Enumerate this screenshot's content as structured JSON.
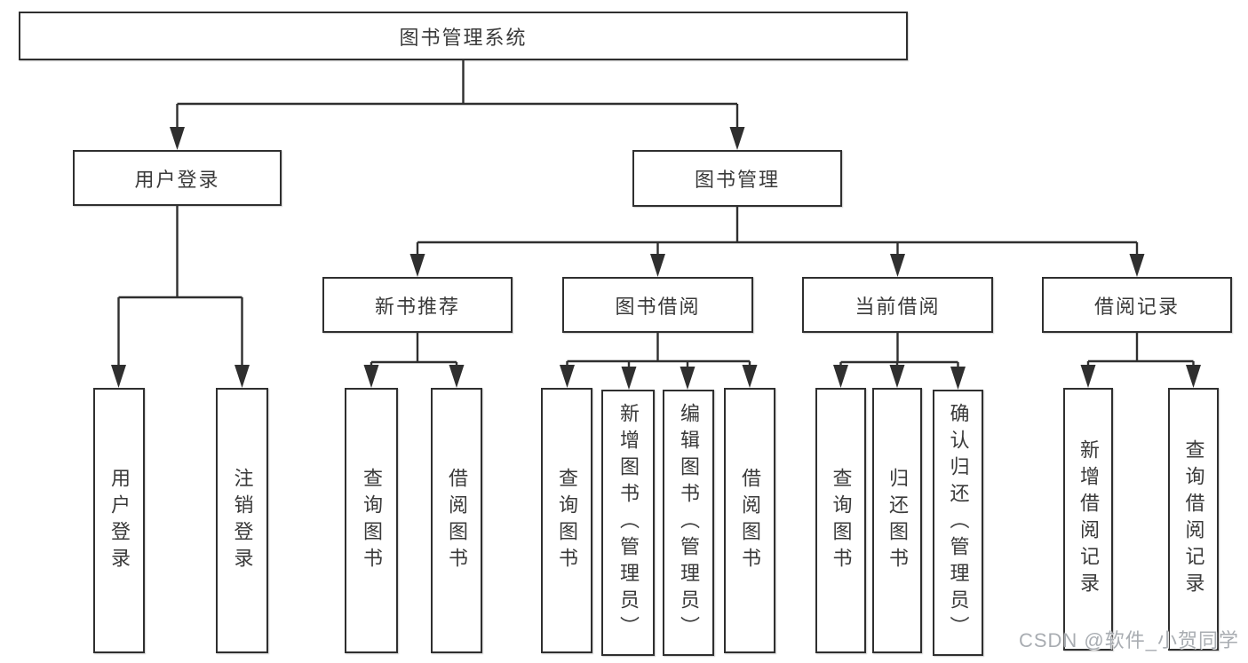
{
  "diagram": {
    "root": "图书管理系统",
    "level2": [
      "用户登录",
      "图书管理"
    ],
    "level3": [
      "新书推荐",
      "图书借阅",
      "当前借阅",
      "借阅记录"
    ],
    "leaves": {
      "user_login": [
        "用户登录",
        "注销登录"
      ],
      "new_book": [
        "查询图书",
        "借阅图书"
      ],
      "book_borrow": [
        "查询图书",
        "新增图书（管理员）",
        "编辑图书（管理员）",
        "借阅图书"
      ],
      "current_borrow": [
        "查询图书",
        "归还图书",
        "确认归还（管理员）"
      ],
      "records": [
        "新增借阅记录",
        "查询借阅记录"
      ]
    }
  },
  "watermark": "CSDN @软件_小贺同学",
  "colors": {
    "line": "#2f2f2f",
    "text": "#3a3a3a",
    "node-bg": "#ffffff",
    "watermark": "#a9adb2",
    "background": "#ffffff"
  }
}
